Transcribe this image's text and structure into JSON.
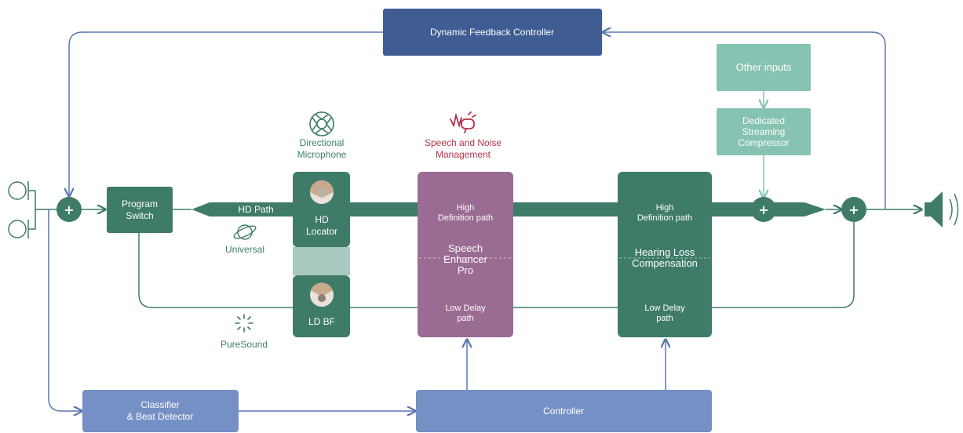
{
  "nodes": {
    "dfc": "Dynamic Feedback Controller",
    "other_inputs": "Other inputs",
    "dsc": [
      "Dedicated",
      "Streaming",
      "Compressor"
    ],
    "program_switch": [
      "Program",
      "Switch"
    ],
    "hd_path": "HD Path",
    "hd_locator": [
      "HD",
      "Locator"
    ],
    "ld_bf": "LD BF",
    "speech_hd": [
      "High",
      "Definition path"
    ],
    "speech_mid": [
      "Speech",
      "Enhancer",
      "Pro"
    ],
    "speech_ld": [
      "Low Delay",
      "path"
    ],
    "hlc_hd": [
      "High",
      "Definition path"
    ],
    "hlc_mid": [
      "Hearing Loss",
      "Compensation"
    ],
    "hlc_ld": [
      "Low Delay",
      "path"
    ],
    "classifier": [
      "Classifier",
      "& Beat Detector"
    ],
    "controller": "Controller",
    "plus": "+"
  },
  "labels": {
    "directional": [
      "Directional",
      "Microphone"
    ],
    "speech_noise": [
      "Speech and Noise",
      "Management"
    ],
    "universal": "Universal",
    "puresound": "PureSound"
  },
  "icons": [
    "microphone-icon",
    "directional-microphone-icon",
    "speech-noise-icon",
    "universal-planet-icon",
    "puresound-sparkle-icon",
    "hd-locator-icon",
    "ld-bf-icon",
    "speaker-icon"
  ],
  "colors": {
    "dark_green": "#3f7b69",
    "purple": "#9a6b93",
    "navy": "#3f5c93",
    "light_blue": "#7590c4",
    "teal_light": "#86c3b2",
    "pale": "#a9c8c0",
    "line_blue": "#5b76b0",
    "label_red": "#b5324a"
  }
}
